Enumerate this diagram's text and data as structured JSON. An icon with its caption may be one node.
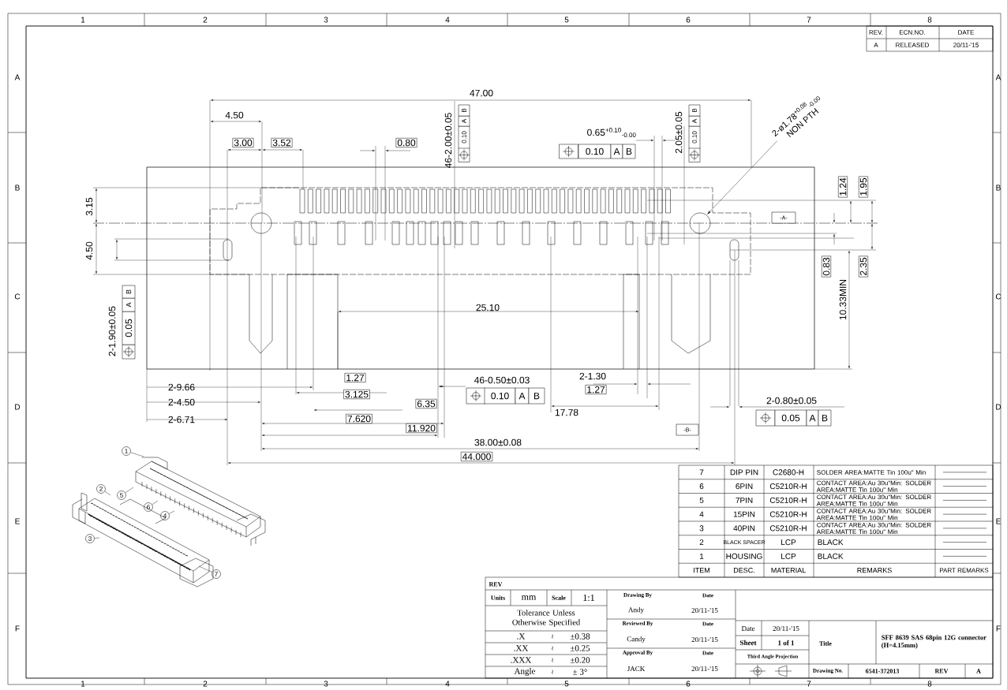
{
  "diagram": {
    "nodes": [
      {
        "text": [
          "1"
        ]
      },
      {
        "text": [
          "2"
        ]
      },
      {
        "text": [
          "5"
        ]
      },
      {
        "text": [
          "6"
        ]
      },
      {
        "text": [
          "4"
        ]
      },
      {
        "text": [
          "3"
        ]
      },
      {
        "text": [
          "7"
        ]
      },
      {
        "text": [
          "2-ø1.78$^{+0.08}$$_{-0.00}$",
          "NON PTH"
        ]
      }
    ],
    "edges": [
      {
        "from": 0,
        "to": null,
        "arrow": "none"
      },
      {
        "from": 1,
        "to": null,
        "arrow": "none"
      },
      {
        "from": 2,
        "to": null,
        "arrow": "none"
      },
      {
        "from": 3,
        "to": null,
        "arrow": "none"
      },
      {
        "from": 4,
        "to": null,
        "arrow": "none"
      },
      {
        "from": 5,
        "to": null,
        "arrow": "none"
      },
      {
        "from": 6,
        "to": null,
        "arrow": "none"
      },
      {
        "from": 7,
        "to": null,
        "arrow": "to"
      }
    ],
    "labels": [
      "1",
      "2",
      "3",
      "4",
      "5",
      "6",
      "7",
      "8",
      "1",
      "2",
      "3",
      "4",
      "5",
      "6",
      "7",
      "8",
      "A",
      "B",
      "C",
      "D",
      "E",
      "F",
      "A",
      "B",
      "C",
      "D",
      "E",
      "F",
      "REV.",
      "ECN.NO.",
      "DATE",
      "A",
      "RELEASED",
      "20/11-'15",
      "47.00",
      "4.50",
      "3.00",
      "3.52",
      "0.80",
      "46-2.00±0.05",
      "0.10",
      "A",
      "B",
      "0.65$^{+0.10}$$_{-0.00}$",
      "0.10",
      "A",
      "B",
      "2.05±0.05",
      "0.10",
      "A",
      "B",
      "3.15",
      "4.50",
      "1.24",
      "1.95",
      "-A-",
      "0.83",
      "2.35",
      "10.33MIN",
      "2-1.90±0.05",
      "0.05",
      "A",
      "B",
      "25.10",
      "1.27",
      "46-0.50±0.03",
      "2-1.30",
      "2-9.66",
      "3.125",
      "0.10",
      "A",
      "B",
      "1.27",
      "2-4.50",
      "6.35",
      "2-0.80±0.05",
      "2-6.71",
      "7.620",
      "17.78",
      "0.05",
      "A",
      "B",
      "11.920",
      "-B-",
      "38.00±0.08",
      "44.000",
      "7",
      "DIP PIN",
      "C2680-H",
      "SOLDER AREA:MATTE Tin 100u\" Min",
      "6",
      "6PIN",
      "C5210R-H",
      "CONTACT AREA:Au 30u\"Min: SOLDER AREA:MATTE Tin 100u\" Min",
      "5",
      "7PIN",
      "C5210R-H",
      "CONTACT AREA:Au 30u\"Min: SOLDER AREA:MATTE Tin 100u\" Min",
      "4",
      "15PIN",
      "C5210R-H",
      "CONTACT AREA:Au 30u\"Min: SOLDER AREA:MATTE Tin 100u\" Min",
      "3",
      "40PIN",
      "C5210R-H",
      "CONTACT AREA:Au 30u\"Min: SOLDER AREA:MATTE Tin 100u\" Min",
      "2",
      "BLACK SPACER",
      "LCP",
      "BLACK",
      "1",
      "HOUSING",
      "LCP",
      "BLACK",
      "ITEM",
      "DESC.",
      "MATERIAL",
      "REMARKS",
      "PART REMARKS",
      "REV",
      "Units",
      "mm",
      "Scale",
      "1:1",
      "Tolerance Unless Otherwise Specified",
      ".X",
      "≀",
      "±0.38",
      ".XX",
      "≀",
      "±0.25",
      ".XXX",
      "≀",
      "±0.20",
      "Angle",
      "≀",
      "± 3°",
      "Drawing By",
      "Date",
      "Andy",
      "20/11-'15",
      "Reviewed By",
      "Date",
      "Candy",
      "20/11-'15",
      "Approval By",
      "Date",
      "JACK",
      "20/11-'15",
      "Date",
      "20/11-'15",
      "Sheet",
      "1 of 1",
      "Third Angle Projection",
      "Title",
      "SFF 8639 SAS 68pin 12G connector (H=4.15mm)",
      "Drawing No.",
      "6541-372013",
      "REV",
      "A"
    ]
  }
}
